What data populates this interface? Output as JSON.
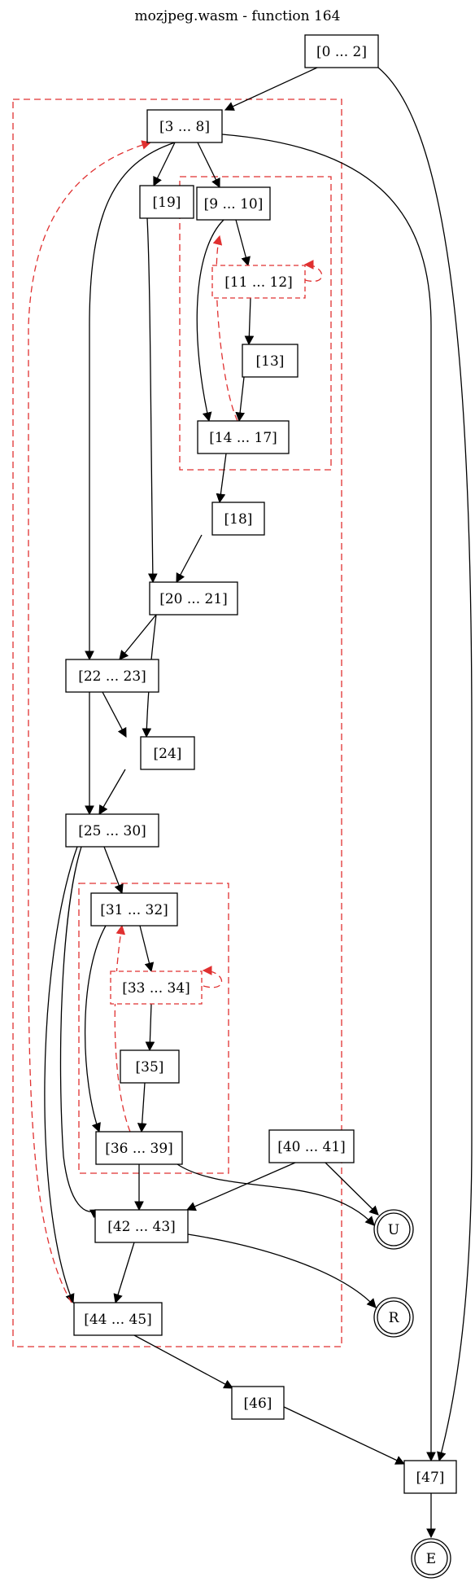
{
  "title": "mozjpeg.wasm - function 164",
  "nodes": [
    {
      "id": "n0_2",
      "label": "[0 ... 2]"
    },
    {
      "id": "n3_8",
      "label": "[3 ... 8]"
    },
    {
      "id": "n19",
      "label": "[19]"
    },
    {
      "id": "n9_10",
      "label": "[9 ... 10]"
    },
    {
      "id": "n11_12",
      "label": "[11 ... 12]"
    },
    {
      "id": "n13",
      "label": "[13]"
    },
    {
      "id": "n14_17",
      "label": "[14 ... 17]"
    },
    {
      "id": "n18",
      "label": "[18]"
    },
    {
      "id": "n20_21",
      "label": "[20 ... 21]"
    },
    {
      "id": "n22_23",
      "label": "[22 ... 23]"
    },
    {
      "id": "n24",
      "label": "[24]"
    },
    {
      "id": "n25_30",
      "label": "[25 ... 30]"
    },
    {
      "id": "n31_32",
      "label": "[31 ... 32]"
    },
    {
      "id": "n33_34",
      "label": "[33 ... 34]"
    },
    {
      "id": "n35",
      "label": "[35]"
    },
    {
      "id": "n36_39",
      "label": "[36 ... 39]"
    },
    {
      "id": "n40_41",
      "label": "[40 ... 41]"
    },
    {
      "id": "n42_43",
      "label": "[42 ... 43]"
    },
    {
      "id": "n44_45",
      "label": "[44 ... 45]"
    },
    {
      "id": "n46",
      "label": "[46]"
    },
    {
      "id": "n47",
      "label": "[47]"
    }
  ],
  "terminals": [
    {
      "id": "tU",
      "label": "U"
    },
    {
      "id": "tR",
      "label": "R"
    },
    {
      "id": "tE",
      "label": "E"
    }
  ],
  "edges": [
    {
      "from": "n0_2",
      "to": "n3_8",
      "kind": "normal"
    },
    {
      "from": "n0_2",
      "to": "n47",
      "kind": "normal"
    },
    {
      "from": "n3_8",
      "to": "n19",
      "kind": "normal"
    },
    {
      "from": "n3_8",
      "to": "n9_10",
      "kind": "normal"
    },
    {
      "from": "n3_8",
      "to": "n22_23",
      "kind": "normal"
    },
    {
      "from": "n3_8",
      "to": "n47",
      "kind": "normal"
    },
    {
      "from": "n9_10",
      "to": "n11_12",
      "kind": "normal"
    },
    {
      "from": "n9_10",
      "to": "n14_17",
      "kind": "normal"
    },
    {
      "from": "n11_12",
      "to": "n11_12",
      "kind": "back"
    },
    {
      "from": "n11_12",
      "to": "n13",
      "kind": "normal"
    },
    {
      "from": "n13",
      "to": "n14_17",
      "kind": "normal"
    },
    {
      "from": "n14_17",
      "to": "n9_10",
      "kind": "back"
    },
    {
      "from": "n14_17",
      "to": "n18",
      "kind": "normal"
    },
    {
      "from": "n19",
      "to": "n20_21",
      "kind": "normal"
    },
    {
      "from": "n18",
      "to": "n20_21",
      "kind": "normal"
    },
    {
      "from": "n20_21",
      "to": "n22_23",
      "kind": "normal"
    },
    {
      "from": "n20_21",
      "to": "n24",
      "kind": "normal"
    },
    {
      "from": "n22_23",
      "to": "n24",
      "kind": "normal"
    },
    {
      "from": "n22_23",
      "to": "n25_30",
      "kind": "normal"
    },
    {
      "from": "n24",
      "to": "n25_30",
      "kind": "normal"
    },
    {
      "from": "n25_30",
      "to": "n31_32",
      "kind": "normal"
    },
    {
      "from": "n25_30",
      "to": "n42_43",
      "kind": "normal"
    },
    {
      "from": "n25_30",
      "to": "n44_45",
      "kind": "normal"
    },
    {
      "from": "n31_32",
      "to": "n33_34",
      "kind": "normal"
    },
    {
      "from": "n31_32",
      "to": "n36_39",
      "kind": "normal"
    },
    {
      "from": "n33_34",
      "to": "n33_34",
      "kind": "back"
    },
    {
      "from": "n33_34",
      "to": "n35",
      "kind": "normal"
    },
    {
      "from": "n35",
      "to": "n36_39",
      "kind": "normal"
    },
    {
      "from": "n36_39",
      "to": "n31_32",
      "kind": "back"
    },
    {
      "from": "n36_39",
      "to": "n42_43",
      "kind": "normal"
    },
    {
      "from": "n36_39",
      "to": "tU",
      "kind": "normal"
    },
    {
      "from": "n40_41",
      "to": "n42_43",
      "kind": "normal"
    },
    {
      "from": "n40_41",
      "to": "tU",
      "kind": "normal"
    },
    {
      "from": "n42_43",
      "to": "n44_45",
      "kind": "normal"
    },
    {
      "from": "n42_43",
      "to": "tR",
      "kind": "normal"
    },
    {
      "from": "n44_45",
      "to": "n3_8",
      "kind": "back"
    },
    {
      "from": "n44_45",
      "to": "n46",
      "kind": "normal"
    },
    {
      "from": "n46",
      "to": "n47",
      "kind": "normal"
    },
    {
      "from": "n47",
      "to": "tE",
      "kind": "normal"
    }
  ]
}
